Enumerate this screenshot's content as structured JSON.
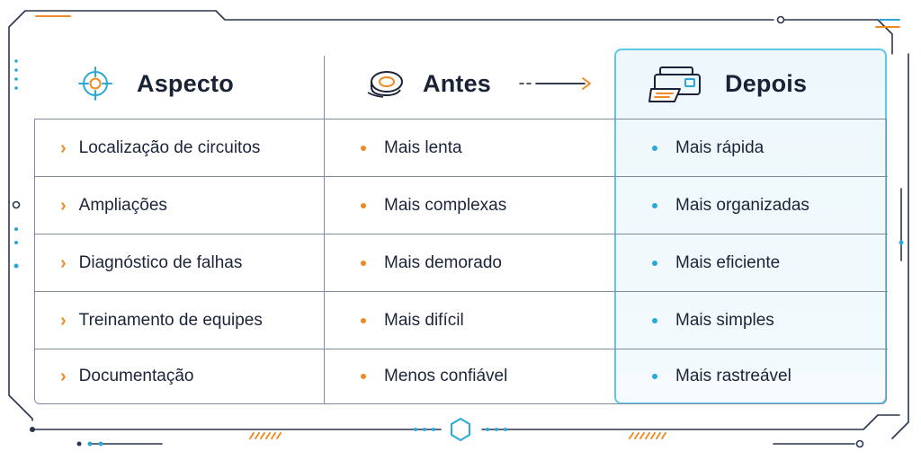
{
  "headers": {
    "aspecto": "Aspecto",
    "antes": "Antes",
    "depois": "Depois"
  },
  "icons": {
    "aspecto": "crosshair-target-icon",
    "antes": "tape-roll-icon",
    "depois": "printer-icon",
    "arrow": "arrow-right-icon"
  },
  "colors": {
    "accent_orange": "#f08a24",
    "accent_blue": "#2aa9d8",
    "highlight_border": "#5dc8ea",
    "text_dark": "#1a2236"
  },
  "rows": [
    {
      "aspecto": "Localização de circuitos",
      "antes": "Mais lenta",
      "depois": "Mais rápida"
    },
    {
      "aspecto": "Ampliações",
      "antes": "Mais complexas",
      "depois": "Mais organizadas"
    },
    {
      "aspecto": "Diagnóstico de falhas",
      "antes": "Mais demorado",
      "depois": "Mais eficiente"
    },
    {
      "aspecto": "Treinamento de equipes",
      "antes": "Mais difícil",
      "depois": "Mais simples"
    },
    {
      "aspecto": "Documentação",
      "antes": "Menos confiável",
      "depois": "Mais rastreável"
    }
  ]
}
